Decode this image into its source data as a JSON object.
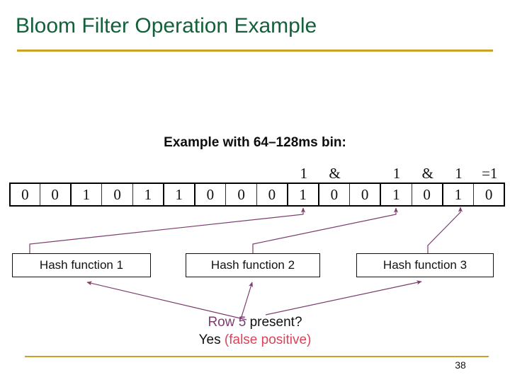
{
  "slide": {
    "title": "Bloom Filter Operation Example",
    "title_color": "#13613a",
    "rule_color": "#c9a227",
    "page_number": "38"
  },
  "diagram": {
    "caption": "Example with 64–128ms bin:",
    "bit_array": {
      "label": "bloom-filter-bit-array",
      "bits": [
        "0",
        "0",
        "1",
        "0",
        "1",
        "1",
        "0",
        "0",
        "0",
        "1",
        "0",
        "0",
        "1",
        "0",
        "1",
        "0"
      ],
      "thick_dividers_after": [
        1,
        4,
        5,
        8,
        9,
        11,
        13
      ],
      "set_indices": [
        9,
        12,
        14
      ]
    },
    "and_expression": {
      "terms": [
        {
          "text": "1",
          "cell_index": 9
        },
        {
          "text": "&",
          "cell_index": 10
        },
        {
          "text": "1",
          "cell_index": 12
        },
        {
          "text": "&",
          "cell_index": 13
        },
        {
          "text": "1",
          "cell_index": 14
        },
        {
          "text": "=1",
          "cell_index": 15
        }
      ],
      "full": "1 & 1 & 1 =1",
      "result": "1"
    },
    "hash_boxes": [
      {
        "label": "Hash function 1"
      },
      {
        "label": "Hash function 2"
      },
      {
        "label": "Hash function 3"
      }
    ],
    "query": {
      "row_label": "Row 5",
      "question": " present?",
      "answer": "Yes ",
      "verdict": "(false positive)"
    },
    "colors": {
      "arrow": "#7c3b6e",
      "row_label": "#7c3b6e",
      "verdict": "#d9445a",
      "text": "#111111"
    }
  }
}
